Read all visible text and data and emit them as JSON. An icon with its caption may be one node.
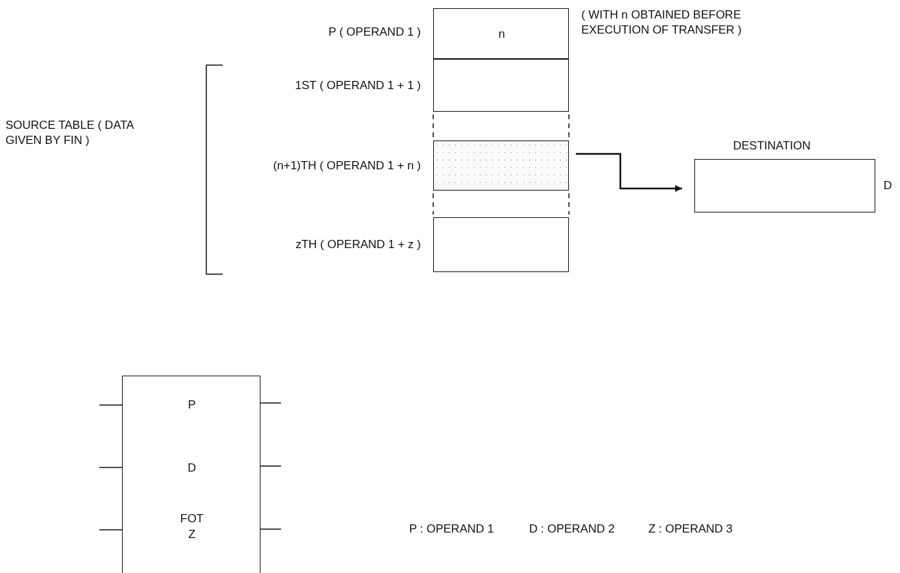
{
  "diagram": {
    "nodes": [
      {
        "text": [
          "n"
        ],
        "beside": [
          "P ( OPERAND 1 )",
          "( WITH n OBTAINED BEFORE EXECUTION OF TRANSFER )"
        ]
      },
      {
        "text": [],
        "shape": "box",
        "beside": [
          "1ST ( OPERAND 1 + 1 )"
        ]
      },
      {
        "text": [],
        "shape": "box",
        "beside": [
          "(n+1)TH ( OPERAND 1 + n )"
        ]
      },
      {
        "text": [],
        "shape": "box",
        "beside": [
          "zTH ( OPERAND 1 + z )"
        ]
      },
      {
        "text": [
          "DESTINATION"
        ],
        "beside": [
          "D"
        ]
      },
      {
        "text": [
          "P",
          "D",
          "FOT",
          "Z"
        ]
      }
    ],
    "edges": [
      {
        "from": 2,
        "to": 4,
        "arrow": "to"
      }
    ],
    "labels": [
      "SOURCE TABLE ( DATA GIVEN BY FIN )",
      "P : OPERAND 1",
      "D : OPERAND 2",
      "Z : OPERAND 3"
    ]
  }
}
